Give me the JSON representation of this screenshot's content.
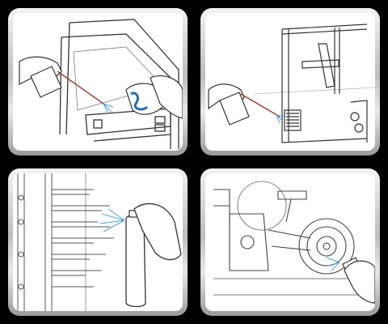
{
  "panels": [
    {
      "scene": "car-door-window"
    },
    {
      "scene": "weight-machine"
    },
    {
      "scene": "metal-rack"
    },
    {
      "scene": "exercise-bike"
    }
  ],
  "colors": {
    "background": "#000000",
    "line": "#333333",
    "spray": "#4aa0d8",
    "nozzle": "#a04030",
    "skin": "#ffffff"
  }
}
